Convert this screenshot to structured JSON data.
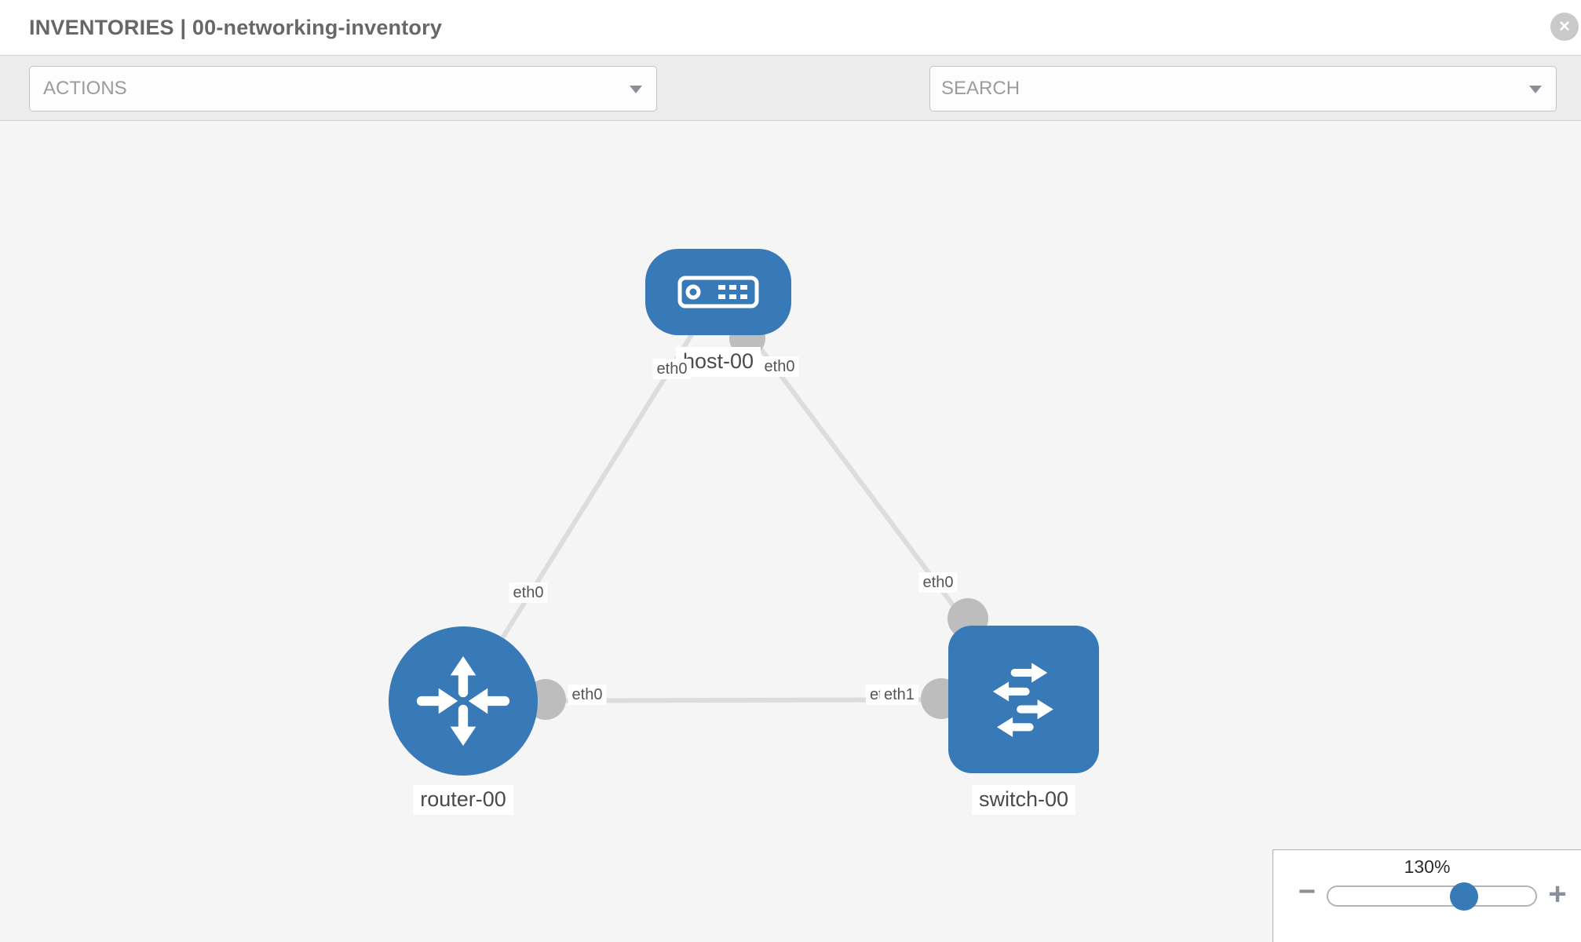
{
  "colors": {
    "node_blue": "#377ab7",
    "link_gray": "#dcdcdc",
    "port_gray": "#bdbdbd",
    "icon_gray": "#8a909a"
  },
  "header": {
    "title": "INVENTORIES | 00-networking-inventory",
    "close_glyph": "✕"
  },
  "toolbar": {
    "actions_placeholder": "ACTIONS",
    "search_placeholder": "SEARCH"
  },
  "topology": {
    "nodes": [
      {
        "label": "host-00",
        "type": "host"
      },
      {
        "label": "router-00",
        "type": "router"
      },
      {
        "label": "switch-00",
        "type": "switch"
      }
    ],
    "links": [
      {
        "from": "host-00",
        "to": "router-00"
      },
      {
        "from": "host-00",
        "to": "switch-00"
      },
      {
        "from": "router-00",
        "to": "switch-00"
      }
    ],
    "interfaces": [
      {
        "text": "eth0",
        "position": "host-left"
      },
      {
        "text": "eth0",
        "position": "host-right"
      },
      {
        "text": "eth0",
        "position": "router-link-end"
      },
      {
        "text": "eth0",
        "position": "switch-link-end-top"
      },
      {
        "text": "eth0",
        "position": "router-right"
      },
      {
        "text": "eth0",
        "position": "switch-left-under"
      },
      {
        "text": "eth1",
        "position": "switch-left-over"
      }
    ]
  },
  "zoom_control": {
    "value": "130%",
    "minus_glyph": "−",
    "plus_glyph": "+"
  }
}
